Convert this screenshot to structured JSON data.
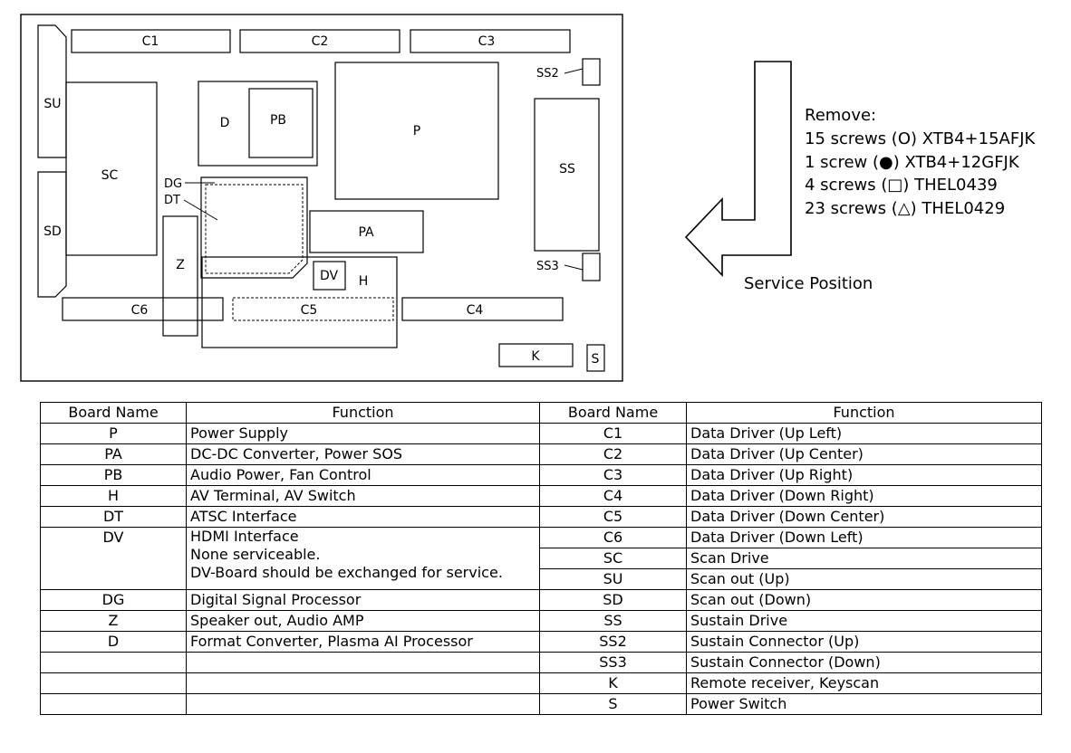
{
  "boards": {
    "C1": "C1",
    "C2": "C2",
    "C3": "C3",
    "C4": "C4",
    "C5": "C5",
    "C6": "C6",
    "SU": "SU",
    "SD": "SD",
    "SC": "SC",
    "D": "D",
    "PB": "PB",
    "P": "P",
    "DG": "DG",
    "DT": "DT",
    "PA": "PA",
    "Z": "Z",
    "DV": "DV",
    "H": "H",
    "SS": "SS",
    "SS2": "SS2",
    "SS3": "SS3",
    "K": "K",
    "S": "S"
  },
  "removal": {
    "title": "Remove:",
    "lines": [
      "15 screws (O) XTB4+15AFJK",
      "1 screw (●) XTB4+12GFJK",
      "4 screws (□) THEL0439",
      "23 screws (△) THEL0429"
    ],
    "arrow_label": "Service Position"
  },
  "table": {
    "headers": [
      "Board Name",
      "Function",
      "Board Name",
      "Function"
    ],
    "left": [
      {
        "name": "P",
        "function": [
          "Power Supply"
        ]
      },
      {
        "name": "PA",
        "function": [
          "DC-DC Converter, Power SOS"
        ]
      },
      {
        "name": "PB",
        "function": [
          "Audio Power, Fan Control"
        ]
      },
      {
        "name": "H",
        "function": [
          "AV Terminal, AV Switch"
        ]
      },
      {
        "name": "DT",
        "function": [
          "ATSC Interface"
        ]
      },
      {
        "name": "DV",
        "function": [
          "HDMI Interface",
          "None serviceable.",
          "DV-Board should be exchanged for service."
        ]
      },
      {
        "name": "DG",
        "function": [
          "Digital Signal Processor"
        ]
      },
      {
        "name": "Z",
        "function": [
          "Speaker out, Audio AMP"
        ]
      },
      {
        "name": "D",
        "function": [
          "Format Converter, Plasma AI Processor"
        ]
      },
      {
        "name": "",
        "function": [
          ""
        ]
      },
      {
        "name": "",
        "function": [
          ""
        ]
      },
      {
        "name": "",
        "function": [
          ""
        ]
      }
    ],
    "right": [
      {
        "name": "C1",
        "function": "Data Driver (Up Left)"
      },
      {
        "name": "C2",
        "function": "Data Driver (Up Center)"
      },
      {
        "name": "C3",
        "function": "Data Driver (Up Right)"
      },
      {
        "name": "C4",
        "function": "Data Driver (Down Right)"
      },
      {
        "name": "C5",
        "function": "Data Driver (Down Center)"
      },
      {
        "name": "C6",
        "function": "Data Driver (Down Left)"
      },
      {
        "name": "SC",
        "function": "Scan Drive"
      },
      {
        "name": "SU",
        "function": "Scan out (Up)"
      },
      {
        "name": "SD",
        "function": "Scan out (Down)"
      },
      {
        "name": "SS",
        "function": "Sustain Drive"
      },
      {
        "name": "SS2",
        "function": "Sustain Connector (Up)"
      },
      {
        "name": "SS3",
        "function": "Sustain Connector (Down)"
      },
      {
        "name": "K",
        "function": "Remote receiver, Keyscan"
      },
      {
        "name": "S",
        "function": "Power Switch"
      }
    ]
  }
}
